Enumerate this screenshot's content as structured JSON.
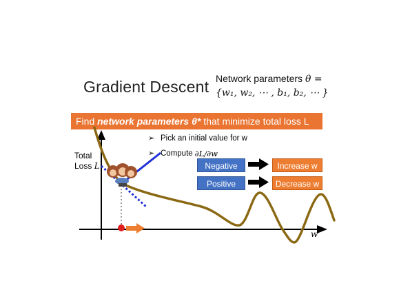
{
  "title": "Gradient Descent",
  "params": {
    "line1_text": "Network parameters ",
    "line1_symbol": "θ =",
    "line2": "{w₁, w₂, ⋯ , b₁, b₂, ⋯ }"
  },
  "banner": {
    "prefix": "Find ",
    "emphasis": "network parameters θ*",
    "suffix": " that minimize total loss L"
  },
  "bullets": {
    "pick": "Pick an initial value for w",
    "compute_text": "Compute",
    "compute_math": "∂L/∂w"
  },
  "y_axis": {
    "label_line1": "Total",
    "label_line2_text": "Loss ",
    "label_line2_symbol": "L"
  },
  "x_axis": {
    "label": "w"
  },
  "rules": {
    "negative": "Negative",
    "increase": "Increase w",
    "positive": "Positive",
    "decrease": "Decrease w"
  },
  "colors": {
    "banner": "#ea7431",
    "curve": "#8b6914",
    "tangent": "#1f2fd6",
    "blue_box": "#4472c4",
    "orange_box": "#ed7d31",
    "marker": "#e02020"
  },
  "icons": [
    "bullet-arrow-icon",
    "right-arrow-icon",
    "monkey-group-icon",
    "start-point-icon",
    "step-arrow-icon"
  ]
}
